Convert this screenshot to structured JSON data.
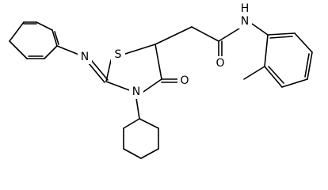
{
  "atoms": {
    "S": "S",
    "N_imine": "N",
    "N_ring": "N",
    "O_ring": "O",
    "O_amide": "O",
    "NH_amide": "N",
    "H_amide": "H"
  },
  "colors": {
    "bond": "#000000",
    "label": "#000000",
    "background": "#ffffff"
  }
}
